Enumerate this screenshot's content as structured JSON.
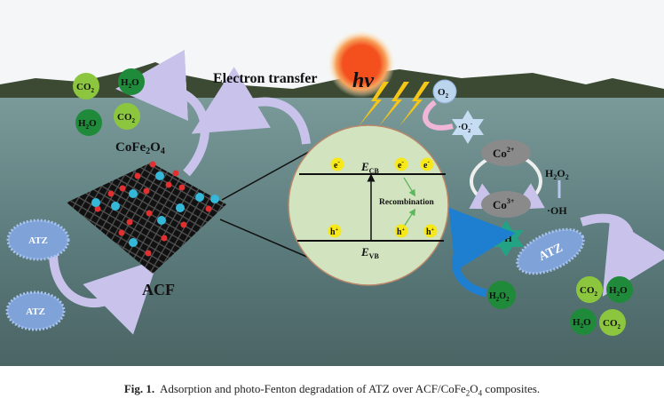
{
  "diagram": {
    "hv": "hv",
    "electron_transfer": "Electron transfer",
    "cofe2o4": {
      "a": "CoFe",
      "b": "2",
      "c": "O",
      "d": "4"
    },
    "acf": "ACF",
    "atz": "ATZ",
    "co2": {
      "main": "CO",
      "sub": "2"
    },
    "h2o": {
      "a": "H",
      "b": "2",
      "c": "O"
    },
    "electron": "e",
    "electron_sup": "-",
    "hole": "h",
    "hole_sup": "+",
    "ecb": {
      "main": "E",
      "sub": "CB"
    },
    "evb": {
      "main": "E",
      "sub": "VB"
    },
    "recombination": "Recombination",
    "o2": {
      "main": "O",
      "sub": "2"
    },
    "superoxide": {
      "main": "·O",
      "sub": "2",
      "sup": "-"
    },
    "co2plus": {
      "main": "Co",
      "sup": "2+"
    },
    "co3plus": {
      "main": "Co",
      "sup": "3+"
    },
    "h2o2": {
      "a": "H",
      "b": "2",
      "c": "O",
      "d": "2"
    },
    "oh": "·OH"
  },
  "caption": {
    "label": "Fig. 1.",
    "text_a": "Adsorption and photo-Fenton degradation of ATZ over ACF/CoFe",
    "sub_a": "2",
    "text_b": "O",
    "sub_b": "4",
    "text_c": " composites."
  },
  "colors": {
    "water": "#5f7f80",
    "sky": "#f4f6f7",
    "circle": "#d2e3bf",
    "light_green": "#8cc63f",
    "dark_green": "#1f8a3a",
    "arrow": "#c9c3ec"
  }
}
